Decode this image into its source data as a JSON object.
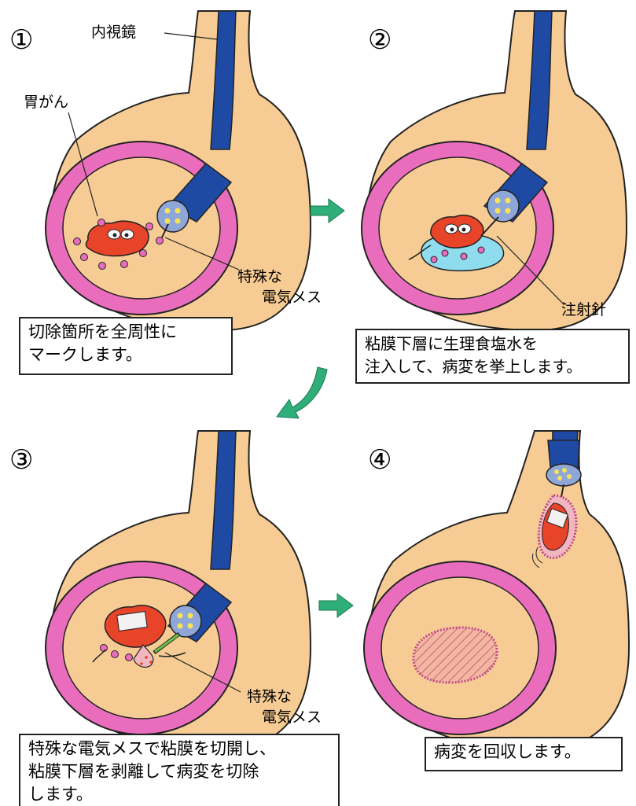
{
  "colors": {
    "tissue": "#f7cc94",
    "wall": "#ea6dbd",
    "endoscope": "#1f4aa3",
    "tumor": "#e8442a",
    "saline": "#8fdcee",
    "arrow": "#2fae7a",
    "outline": "#222222"
  },
  "steps": [
    {
      "number": "①",
      "caption_lines": [
        "切除箇所を全周性に",
        "マークします。"
      ]
    },
    {
      "number": "②",
      "caption_lines": [
        "粘膜下層に生理食塩水を",
        "注入して、病変を挙上します。"
      ]
    },
    {
      "number": "③",
      "caption_lines": [
        "特殊な電気メスで粘膜を切開し、",
        "粘膜下層を剥離して病変を切除",
        "します。"
      ]
    },
    {
      "number": "④",
      "caption_lines": [
        "病変を回収します。"
      ]
    }
  ],
  "labels": {
    "endoscope": "内視鏡",
    "gastric_cancer": "胃がん",
    "knife_line1": "特殊な",
    "knife_line2": "電気メス",
    "needle": "注射針"
  }
}
